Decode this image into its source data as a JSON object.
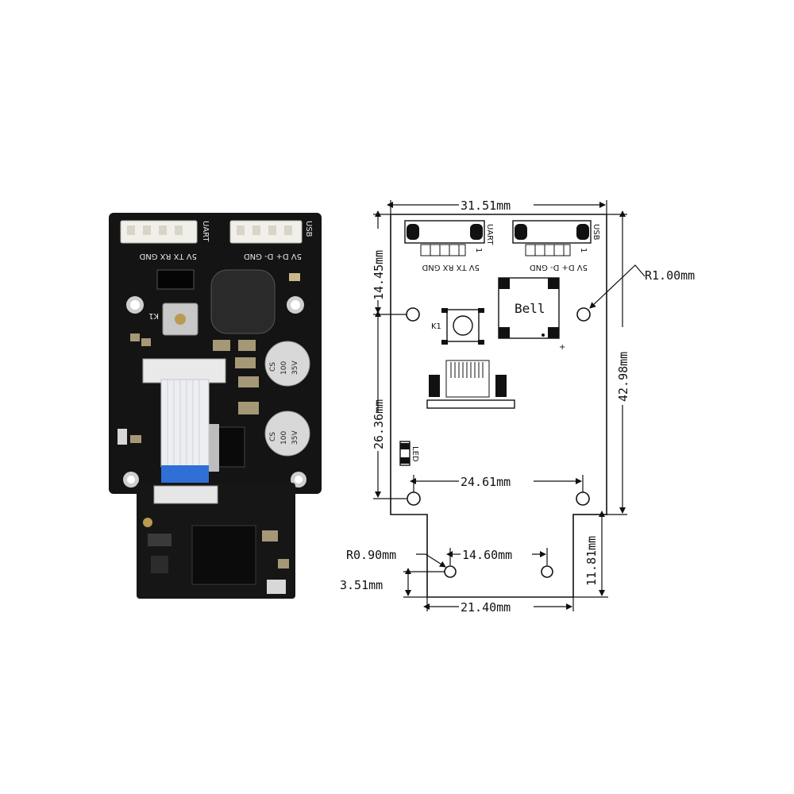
{
  "photo": {
    "uart_label": "UART",
    "uart_pins": "5V TX RX GND",
    "usb_label": "USB",
    "usb_pins": "5V D+ D- GND",
    "k1_label": "K1",
    "cap1": [
      "CS",
      "100",
      "35V"
    ],
    "cap2": [
      "CS",
      "100",
      "35V"
    ]
  },
  "drawing": {
    "uart_label": "UART",
    "uart_pins": "5V TX RX GND",
    "usb_label": "USB",
    "usb_pins": "5V D+ D- GND",
    "pin1_uart": "1",
    "pin1_usb": "1",
    "k1_label": "K1",
    "bell_label": "Bell",
    "plus_label": "+",
    "led_label": "LED"
  },
  "dimensions": {
    "width_top": "31.51mm",
    "height_right": "42.98mm",
    "radius_large": "R1.00mm",
    "offset_top_hole": "14.45mm",
    "offset_left_hole": "26.36mm",
    "hole_spacing_main": "24.61mm",
    "radius_small": "R0.90mm",
    "hole_spacing_small": "14.60mm",
    "offset_small_hole": "3.51mm",
    "tab_height": "11.81mm",
    "tab_width": "21.40mm"
  },
  "colors": {
    "pcb": "#141414",
    "connector": "#f1efe9",
    "ribbon": "#eceef2",
    "ribbon_tip": "#2f6fd6",
    "line": "#111111"
  }
}
